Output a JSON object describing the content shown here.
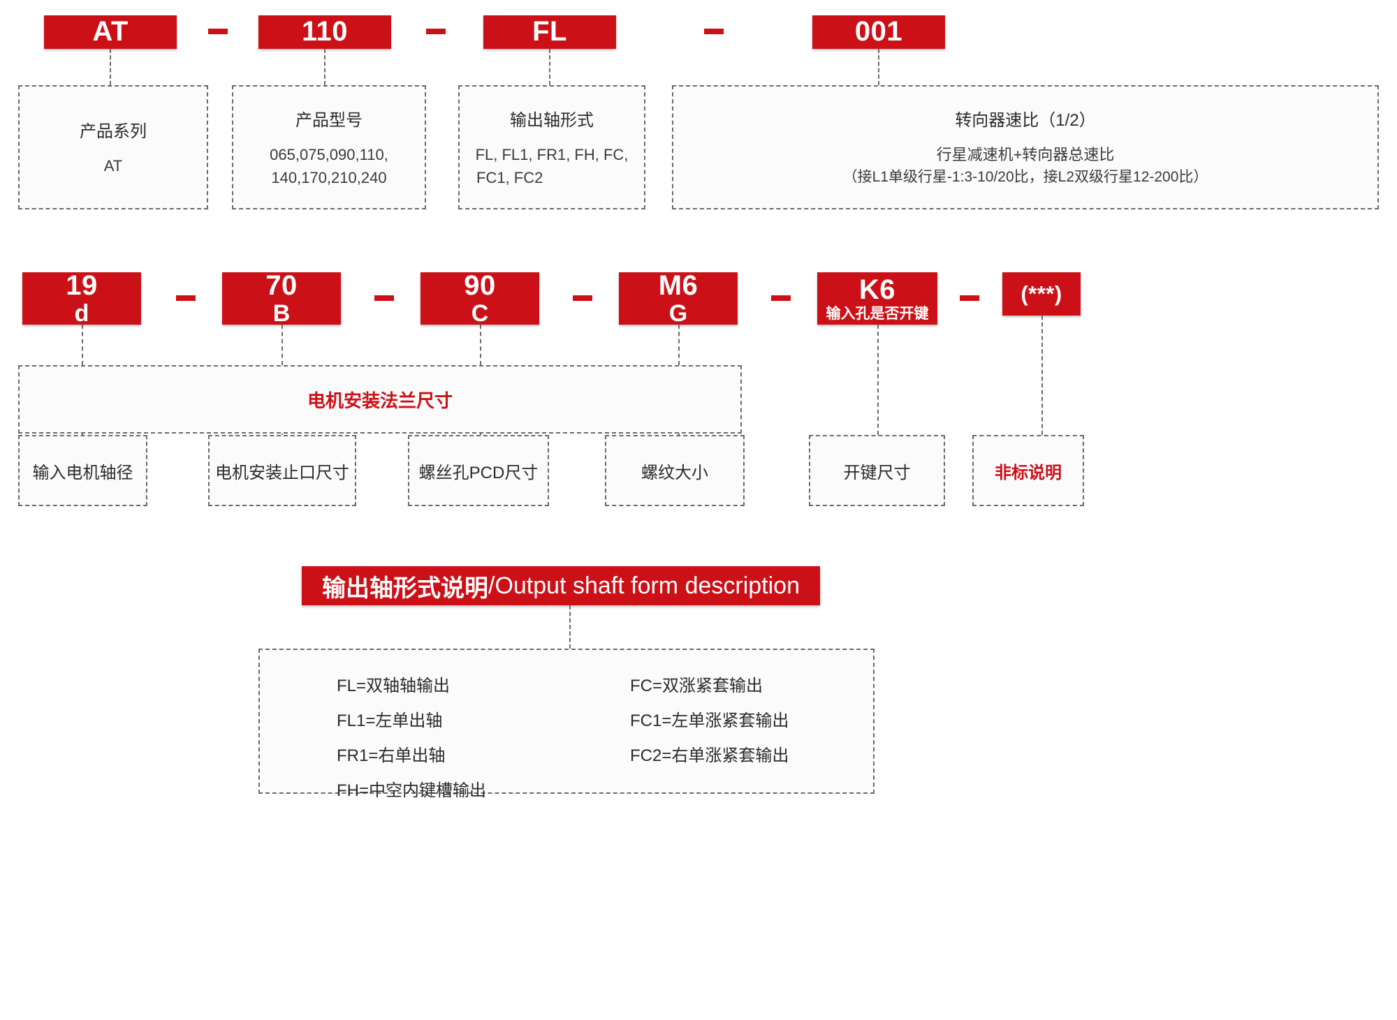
{
  "theme": {
    "red": "#CC1017",
    "dash_gray": "#6a6a6a",
    "text": "#2b2b2b"
  },
  "row1": {
    "chips": [
      {
        "main": "AT"
      },
      {
        "main": "110"
      },
      {
        "main": "FL"
      },
      {
        "main": "001"
      }
    ],
    "separators": [
      "-",
      "-",
      "-"
    ],
    "boxes": [
      {
        "title": "产品系列",
        "line1": "AT",
        "line2": "",
        "line3": ""
      },
      {
        "title": "产品型号",
        "line1": "065,075,090,110,",
        "line2": "140,170,210,240",
        "line3": ""
      },
      {
        "title": "输出轴形式",
        "line1": "FL, FL1, FR1, FH, FC,",
        "line2": "FC1, FC2",
        "line3": ""
      },
      {
        "title": "转向器速比（1/2）",
        "line1": "行星减速机+转向器总速比",
        "line2": "（接L1单级行星-1:3-10/20比，接L2双级行星12-200比）",
        "line3": ""
      }
    ]
  },
  "row2": {
    "chips": [
      {
        "main": "19",
        "sub": "d"
      },
      {
        "main": "70",
        "sub": "B"
      },
      {
        "main": "90",
        "sub": "C"
      },
      {
        "main": "M6",
        "sub": "G"
      },
      {
        "main": "K6",
        "sub_cn": "输入孔是否开键"
      },
      {
        "main": "(***)"
      }
    ],
    "separators": [
      "-",
      "-",
      "-",
      "-",
      "-"
    ],
    "flange_label": "电机安装法兰尺寸",
    "boxes": [
      {
        "label": "输入电机轴径",
        "red": false
      },
      {
        "label": "电机安装止口尺寸",
        "red": false
      },
      {
        "label": "螺丝孔PCD尺寸",
        "red": false
      },
      {
        "label": "螺纹大小",
        "red": false
      },
      {
        "label": "开键尺寸",
        "red": false
      },
      {
        "label": "非标说明",
        "red": true
      }
    ]
  },
  "banner": {
    "cn": "输出轴形式说明",
    "en": "/Output shaft form description"
  },
  "legend": {
    "left": [
      "FL=双轴轴输出",
      "FL1=左单出轴",
      "FR1=右单出轴",
      "FH=中空内键槽输出"
    ],
    "right": [
      "FC=双涨紧套输出",
      "FC1=左单涨紧套输出",
      "FC2=右单涨紧套输出"
    ]
  }
}
